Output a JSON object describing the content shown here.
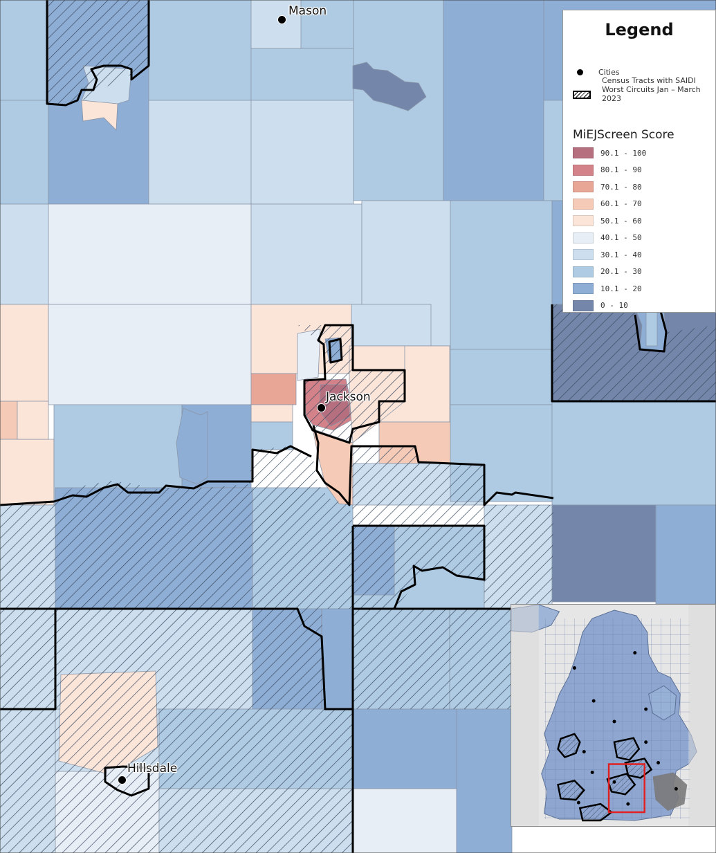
{
  "cities": [
    {
      "name": "Mason"
    },
    {
      "name": "Jackson"
    },
    {
      "name": "Hillsdale"
    }
  ],
  "legend": {
    "title": "Legend",
    "cities_label": "Cities",
    "tracts_label": "Census Tracts with SAIDI Worst Circuits Jan – March 2023",
    "score_title": "MiEJScreen Score",
    "classes": [
      {
        "label": "90.1 - 100",
        "color": "#b56f7f"
      },
      {
        "label": "80.1 - 90",
        "color": "#d4828a"
      },
      {
        "label": "70.1 - 80",
        "color": "#e8a697"
      },
      {
        "label": "60.1 - 70",
        "color": "#f5cbb8"
      },
      {
        "label": "50.1 - 60",
        "color": "#fbe4d8"
      },
      {
        "label": "40.1 - 50",
        "color": "#e8eef5"
      },
      {
        "label": "30.1 - 40",
        "color": "#cddfee"
      },
      {
        "label": "20.1 - 30",
        "color": "#aecbe3"
      },
      {
        "label": "10.1 - 20",
        "color": "#8eaed6"
      },
      {
        "label": "0 - 10",
        "color": "#7487ab"
      }
    ]
  },
  "colors": {
    "outline": "#000000",
    "hatch": "#3a4a60",
    "inset_land": "#8fa7d0",
    "inset_water": "#e6e6e6",
    "inset_box": "#e02020"
  }
}
